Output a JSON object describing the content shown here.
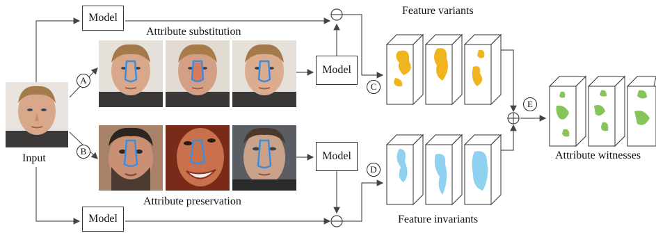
{
  "labels": {
    "input": "Input",
    "attribute_substitution": "Attribute substitution",
    "attribute_preservation": "Attribute preservation",
    "feature_variants": "Feature variants",
    "feature_invariants": "Feature invariants",
    "attribute_witnesses": "Attribute witnesses"
  },
  "models": {
    "top": "Model",
    "sub": "Model",
    "pres": "Model",
    "bottom": "Model"
  },
  "steps": {
    "a": "A",
    "b": "B",
    "c": "C",
    "d": "D",
    "e": "E"
  },
  "colors": {
    "stroke": "#555555",
    "outline": "#3b8de0",
    "variant": "#f0b41e",
    "invariant": "#8fd2f0",
    "witness": "#86c55a",
    "skin": "#d9a88a"
  }
}
